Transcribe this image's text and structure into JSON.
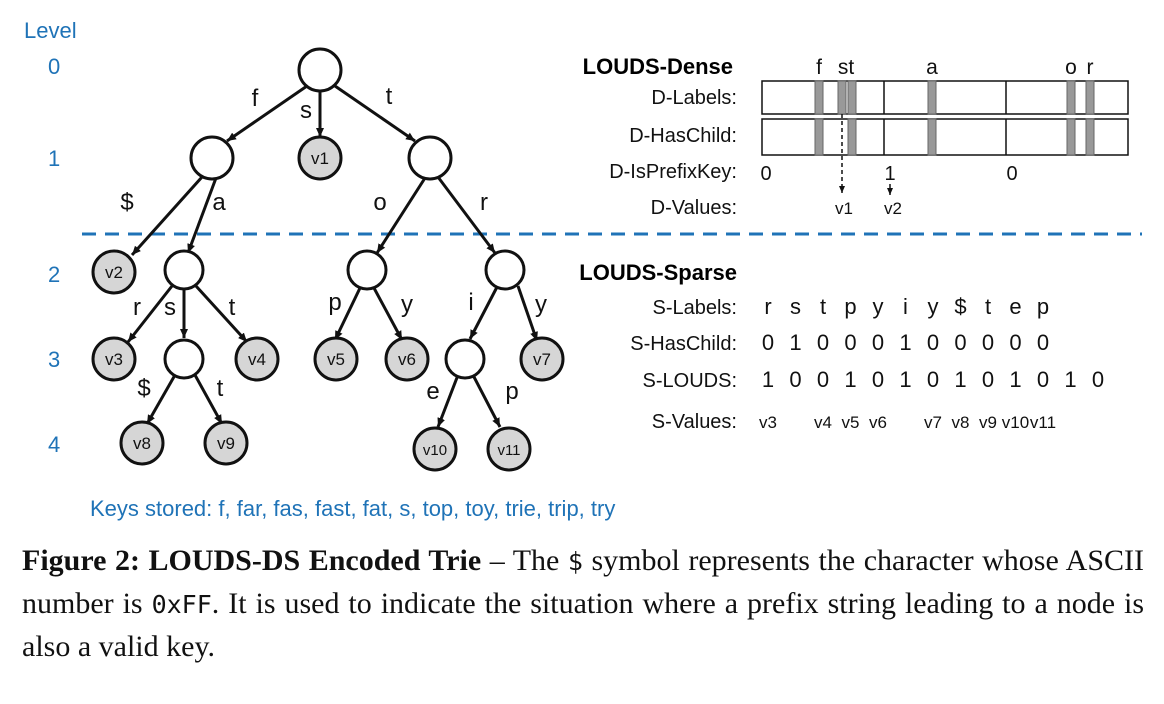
{
  "levels": {
    "heading": "Level",
    "items": [
      {
        "label": "0"
      },
      {
        "label": "1"
      },
      {
        "label": "2"
      },
      {
        "label": "3"
      },
      {
        "label": "4"
      }
    ]
  },
  "trie": {
    "values": [
      "v1",
      "v2",
      "v3",
      "v4",
      "v5",
      "v6",
      "v7",
      "v8",
      "v9",
      "v10",
      "v11"
    ],
    "edges": [
      "f",
      "s",
      "t",
      "$",
      "a",
      "o",
      "r",
      "r",
      "s",
      "t",
      "p",
      "y",
      "i",
      "y",
      "$",
      "t",
      "e",
      "p"
    ]
  },
  "keys_stored": "Keys stored: f, far, fas, fast, fat, s, top, toy, trie, trip, try",
  "dense": {
    "title": "LOUDS-Dense",
    "rows": [
      "D-Labels:",
      "D-HasChild:",
      "D-IsPrefixKey:",
      "D-Values:"
    ],
    "top_labels": [
      "f",
      "st",
      "a",
      "o",
      "r"
    ],
    "prefix_bits": [
      "0",
      "1",
      "0"
    ],
    "values": [
      "v1",
      "v2"
    ]
  },
  "sparse": {
    "title": "LOUDS-Sparse",
    "rows": [
      "S-Labels:",
      "S-HasChild:",
      "S-LOUDS:",
      "S-Values:"
    ],
    "labels": [
      "r",
      "s",
      "t",
      "p",
      "y",
      "i",
      "y",
      "$",
      "t",
      "e",
      "p"
    ],
    "haschild": [
      "0",
      "1",
      "0",
      "0",
      "0",
      "1",
      "0",
      "0",
      "0",
      "0",
      "0"
    ],
    "louds": [
      "1",
      "0",
      "0",
      "1",
      "0",
      "1",
      "0",
      "1",
      "0",
      "1",
      "0",
      "1",
      "0"
    ],
    "values": [
      "v3",
      "v4",
      "v5",
      "v6",
      "v7",
      "v8",
      "v9",
      "v10",
      "v11"
    ]
  },
  "caption": {
    "title": "Figure 2: LOUDS-DS Encoded Trie",
    "t1": " – The ",
    "c1": "$",
    "t2": " symbol represents the character whose ASCII number is ",
    "c2": "0xFF",
    "t3": ". It is used to indicate the situation where a prefix string leading to a node is also a valid key."
  }
}
